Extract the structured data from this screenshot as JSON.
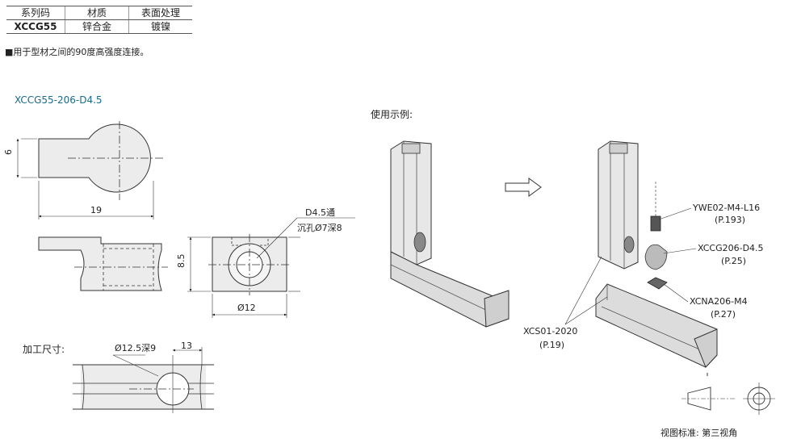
{
  "spec_table": {
    "headers": [
      "系列码",
      "材质",
      "表面处理"
    ],
    "values": [
      "XCCG55",
      "锌合金",
      "镀镍"
    ]
  },
  "note": "■用于型材之间的90度高强度连接。",
  "part_number": "XCCG55-206-D4.5",
  "example_title": "使用示例:",
  "machining_label": "加工尺寸:",
  "view_standard": "视图标准: 第三视角",
  "dims": {
    "height_6": "6",
    "length_19": "19",
    "height_8_5": "8.5",
    "dia_12": "Ø12",
    "hole_line1": "D4.5通",
    "hole_line2": "沉孔Ø7深8",
    "counterbore": "Ø12.5深9",
    "offset_13": "13"
  },
  "callouts": {
    "ywe": [
      "YWE02-M4-L16",
      "(P.193)"
    ],
    "xccg": [
      "XCCG206-D4.5",
      "(P.25)"
    ],
    "xcna": [
      "XCNA206-M4",
      "(P.27)"
    ],
    "xcs": [
      "XCS01-2020",
      "(P.19)"
    ]
  }
}
